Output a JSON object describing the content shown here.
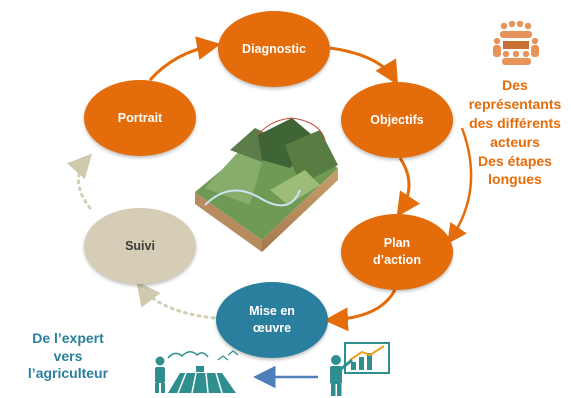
{
  "cycle": {
    "diagnostic": "Diagnostic",
    "objectifs": "Objectifs",
    "plan": "Plan\nd’action",
    "mise_en_oeuvre": "Mise en\nœuvre",
    "suivi": "Suivi",
    "portrait": "Portrait"
  },
  "right_note": "Des\nreprésentants\ndes différents\nacteurs\nDes étapes\nlongues",
  "left_note": "De l’expert\nvers\nl’agriculteur",
  "colors": {
    "orange": "#e46c0a",
    "teal": "#2b7f9e",
    "beige": "#d5cdb6",
    "dotted_arrow": "#d3ceb5",
    "blue_arrow": "#4f7fb9"
  },
  "icons": [
    "group-meeting-icon",
    "farmer-fields-icon",
    "presenter-chart-icon",
    "landscape-3d-model-icon"
  ]
}
